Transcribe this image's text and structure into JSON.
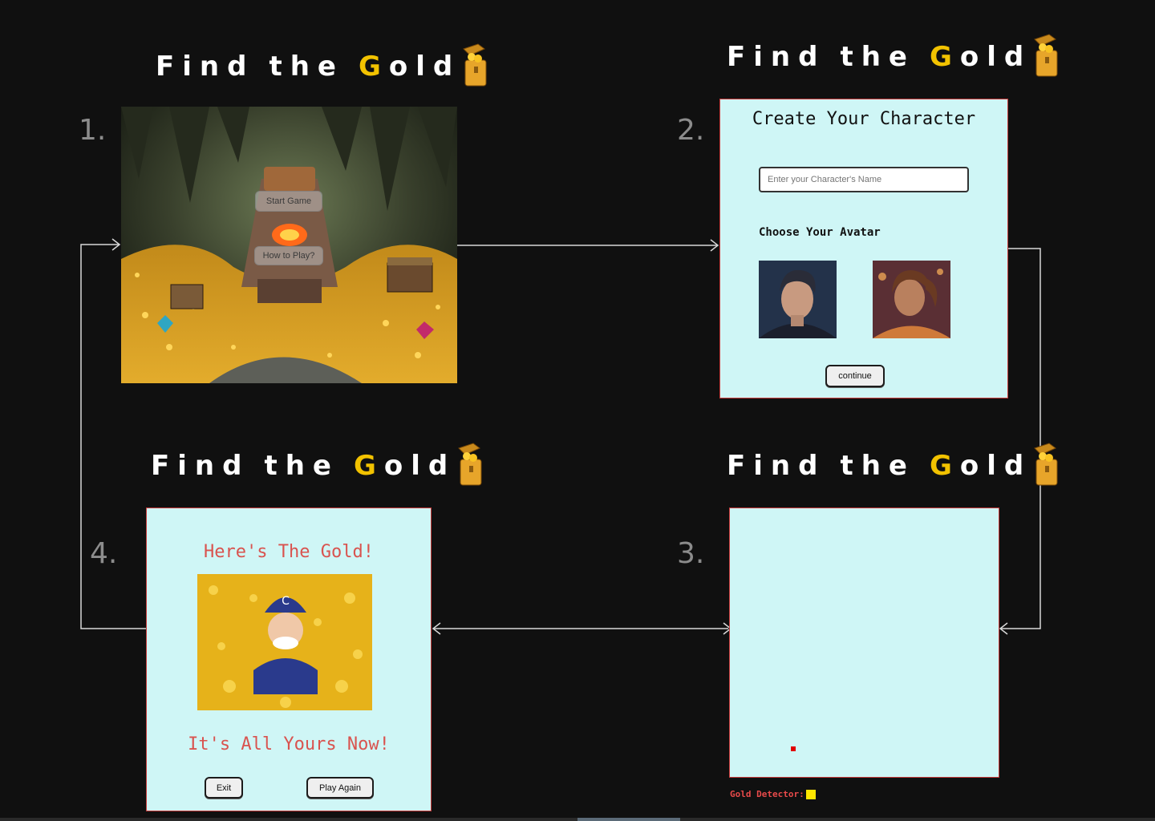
{
  "app": {
    "title_words": [
      "Find",
      "the"
    ],
    "title_gold_initial": "G",
    "title_gold_rest": "old"
  },
  "steps": {
    "one": "1.",
    "two": "2.",
    "three": "3.",
    "four": "4."
  },
  "start_screen": {
    "start_button": "Start Game",
    "how_button": "How to Play?"
  },
  "create_screen": {
    "heading": "Create Your Character",
    "name_placeholder": "Enter your Character's Name",
    "avatar_heading": "Choose Your Avatar",
    "avatars": [
      "male-avatar",
      "female-avatar"
    ],
    "continue_button": "continue"
  },
  "game_screen": {
    "detector_label": "Gold Detector:",
    "detector_color": "#ffe600",
    "player_color": "#e00000"
  },
  "win_screen": {
    "heading": "Here's The Gold!",
    "subheading": "It's All Yours Now!",
    "exit_button": "Exit",
    "play_again_button": "Play Again"
  },
  "colors": {
    "background": "#101010",
    "panel": "#cff6f6",
    "panel_border": "#c83a3a",
    "gold": "#f2c200",
    "heading_red": "#d9534f"
  }
}
